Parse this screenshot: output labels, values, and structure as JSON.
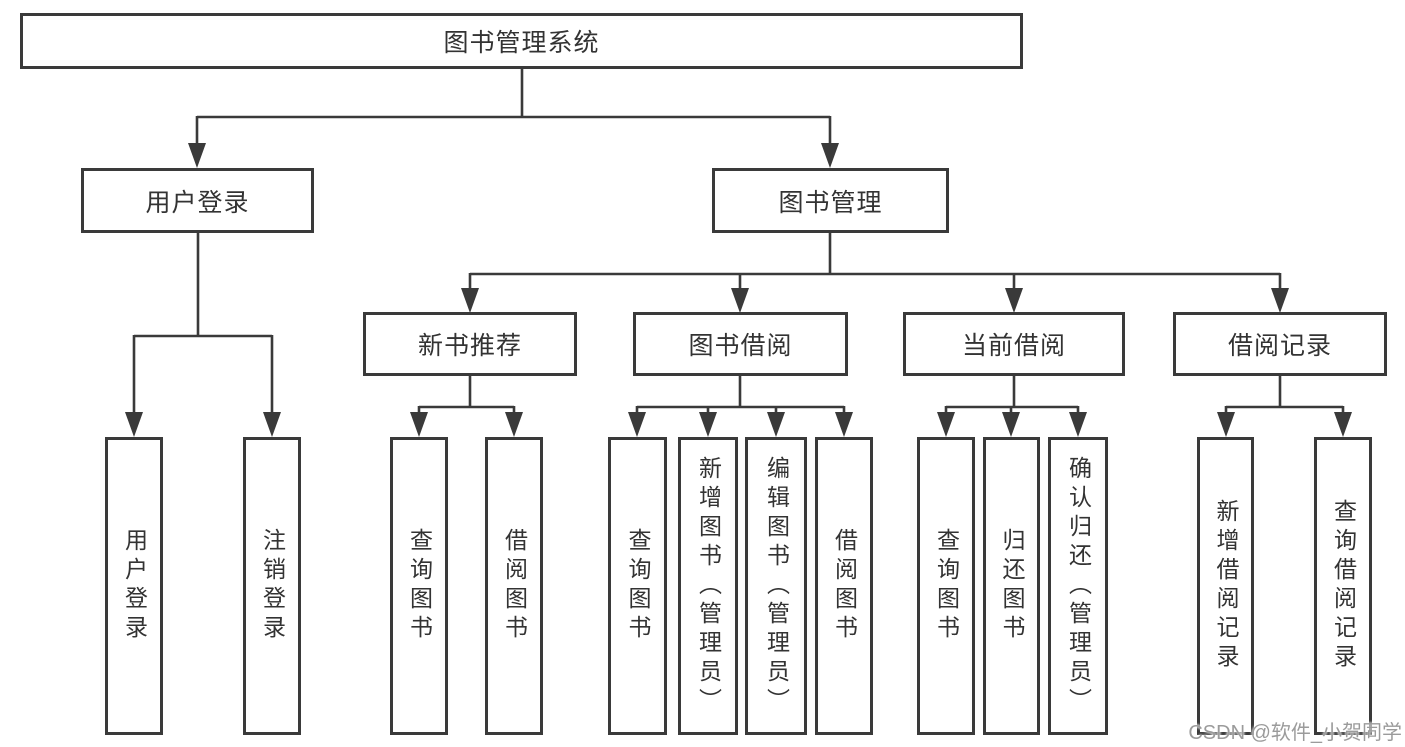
{
  "diagram_title": "图书管理系统",
  "tree": {
    "label": "图书管理系统",
    "children": [
      {
        "label": "用户登录",
        "children": [
          {
            "label": "用户登录"
          },
          {
            "label": "注销登录"
          }
        ]
      },
      {
        "label": "图书管理",
        "children": [
          {
            "label": "新书推荐",
            "children": [
              {
                "label": "查询图书"
              },
              {
                "label": "借阅图书"
              }
            ]
          },
          {
            "label": "图书借阅",
            "children": [
              {
                "label": "查询图书"
              },
              {
                "label": "新增图书（管理员）"
              },
              {
                "label": "编辑图书（管理员）"
              },
              {
                "label": "借阅图书"
              }
            ]
          },
          {
            "label": "当前借阅",
            "children": [
              {
                "label": "查询图书"
              },
              {
                "label": "归还图书"
              },
              {
                "label": "确认归还（管理员）"
              }
            ]
          },
          {
            "label": "借阅记录",
            "children": [
              {
                "label": "新增借阅记录"
              },
              {
                "label": "查询借阅记录"
              }
            ]
          }
        ]
      }
    ]
  },
  "watermark": {
    "text": "CSDN @软件_小贺同学"
  },
  "colors": {
    "line": "#3a3a3a",
    "text": "#333333",
    "watermark": "#9b9b9b",
    "background": "#ffffff"
  }
}
